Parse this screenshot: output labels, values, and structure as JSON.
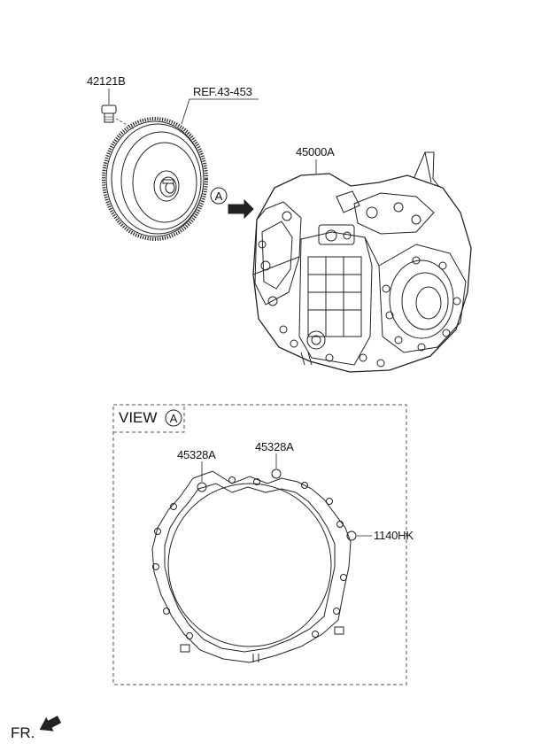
{
  "parts": {
    "bolt": "42121B",
    "ref": "REF.43-453",
    "transaxle": "45000A",
    "seal_left": "45328A",
    "seal_right": "45328A",
    "dowel": "1140HK"
  },
  "view": {
    "title": "VIEW",
    "marker": "A"
  },
  "callout_marker": "A",
  "front_label": "FR."
}
